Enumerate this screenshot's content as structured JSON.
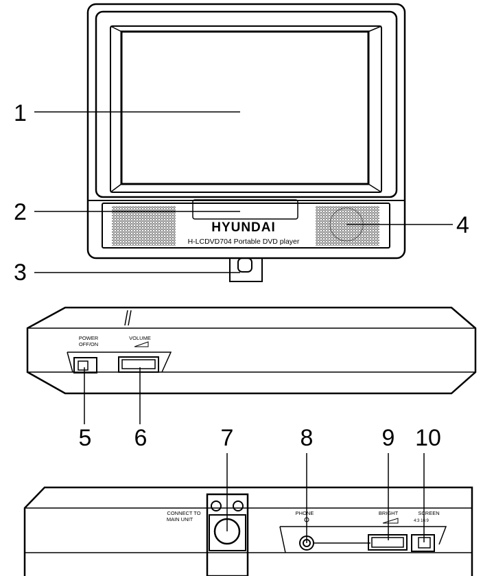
{
  "front_view": {
    "brand": "HYUNDAI",
    "model": "H-LCDVD704  Portable DVD player"
  },
  "top_panel": {
    "power_label_line1": "POWER",
    "power_label_line2": "OFF/ON",
    "volume_label": "VOLUME"
  },
  "side_panel": {
    "connect_label_line1": "CONNECT TO",
    "connect_label_line2": "MAIN UNIT",
    "phone_label": "PHONE",
    "bright_label": "BRIGHT",
    "screen_label": "SCREEN",
    "screen_options": "4:3 16:9"
  },
  "callouts": [
    "1",
    "2",
    "3",
    "4",
    "5",
    "6",
    "7",
    "8",
    "9",
    "10"
  ]
}
